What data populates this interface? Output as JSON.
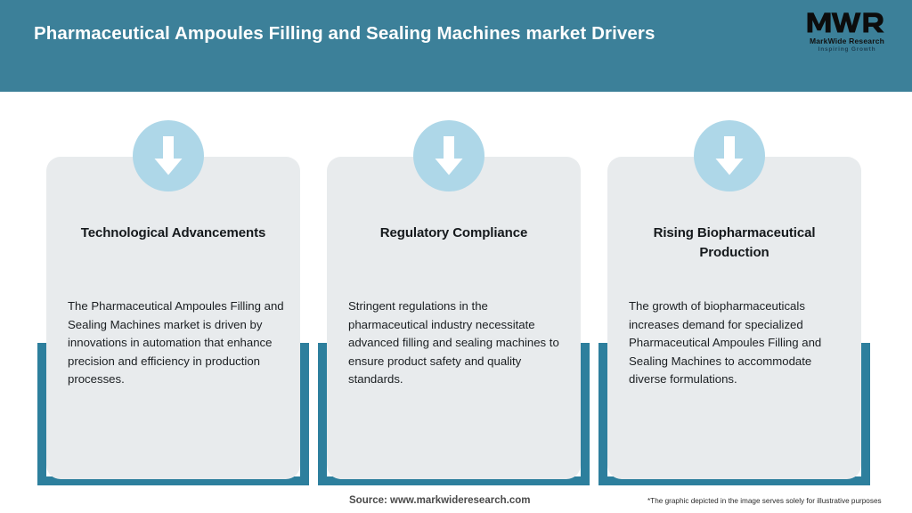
{
  "header": {
    "title": "Pharmaceutical Ampoules Filling and Sealing Machines market Drivers",
    "background_color": "#3c8099",
    "title_color": "#ffffff",
    "logo": {
      "mark": "MWR",
      "name": "MarkWide Research",
      "tagline": "Inspiring Growth"
    }
  },
  "theme": {
    "accent_teal": "#2d7f9d",
    "card_background": "#e8ebed",
    "circle_blue": "#aed7e8",
    "arrow_color": "#ffffff"
  },
  "cards": [
    {
      "icon": "down-arrow-icon",
      "title": "Technological Advancements",
      "body": "The Pharmaceutical Ampoules Filling and Sealing Machines market is driven by innovations in automation that enhance precision and efficiency in production processes."
    },
    {
      "icon": "down-arrow-icon",
      "title": "Regulatory Compliance",
      "body": "Stringent regulations in the pharmaceutical industry necessitate advanced filling and sealing machines to ensure product safety and quality standards."
    },
    {
      "icon": "down-arrow-icon",
      "title": "Rising Biopharmaceutical Production",
      "body": "The growth of biopharmaceuticals increases demand for specialized Pharmaceutical Ampoules Filling and Sealing Machines to accommodate diverse formulations."
    }
  ],
  "footer": {
    "source": "Source: www.markwideresearch.com",
    "disclaimer": "*The graphic depicted in the image serves solely for illustrative purposes"
  }
}
